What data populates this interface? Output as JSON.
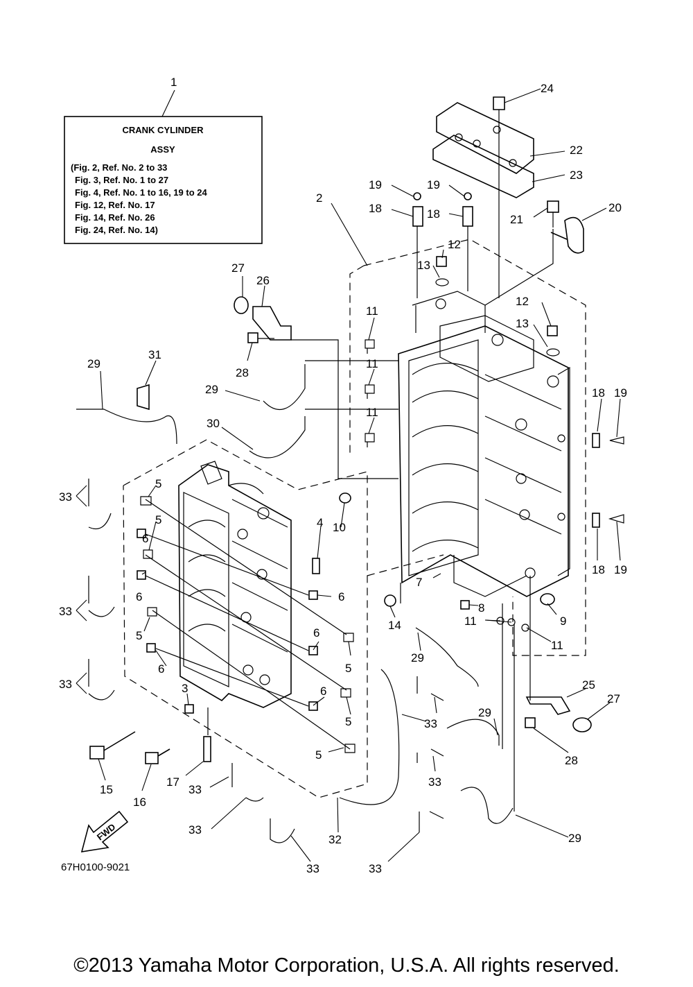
{
  "assembly_box": {
    "ref": "1",
    "title": "CRANK CYLINDER",
    "subtitle": "ASSY",
    "lines": [
      "(Fig. 2, Ref. No. 2 to 33",
      "Fig. 3, Ref. No. 1 to 27",
      "Fig. 4, Ref. No. 1 to 16, 19 to 24",
      "Fig. 12, Ref. No. 17",
      "Fig. 14, Ref. No. 26",
      "Fig. 24, Ref. No. 14)"
    ]
  },
  "callouts": {
    "c2": "2",
    "c3": "3",
    "c4": "4",
    "c5a": "5",
    "c5b": "5",
    "c5c": "5",
    "c5d": "5",
    "c5e": "5",
    "c5f": "5",
    "c6a": "6",
    "c6b": "6",
    "c6c": "6",
    "c6d": "6",
    "c6e": "6",
    "c6f": "6",
    "c7": "7",
    "c8": "8",
    "c9": "9",
    "c10": "10",
    "c11a": "11",
    "c11b": "11",
    "c11c": "11",
    "c11d": "11",
    "c11e": "11",
    "c12a": "12",
    "c12b": "12",
    "c13a": "13",
    "c13b": "13",
    "c14": "14",
    "c15": "15",
    "c16": "16",
    "c17": "17",
    "c18a": "18",
    "c18b": "18",
    "c18c": "18",
    "c18d": "18",
    "c19a": "19",
    "c19b": "19",
    "c19c": "19",
    "c19d": "19",
    "c20": "20",
    "c21": "21",
    "c22": "22",
    "c23": "23",
    "c24": "24",
    "c25": "25",
    "c26": "26",
    "c27a": "27",
    "c27b": "27",
    "c28a": "28",
    "c28b": "28",
    "c29a": "29",
    "c29b": "29",
    "c29c": "29",
    "c29d": "29",
    "c29e": "29",
    "c30": "30",
    "c31": "31",
    "c32": "32",
    "c33a": "33",
    "c33b": "33",
    "c33c": "33",
    "c33d": "33",
    "c33e": "33",
    "c33f": "33",
    "c33g": "33",
    "c33h": "33",
    "c33i": "33"
  },
  "fwd_label": "FWD",
  "diagram_code": "67H0100-9021",
  "copyright": "©2013 Yamaha Motor Corporation, U.S.A. All rights reserved."
}
